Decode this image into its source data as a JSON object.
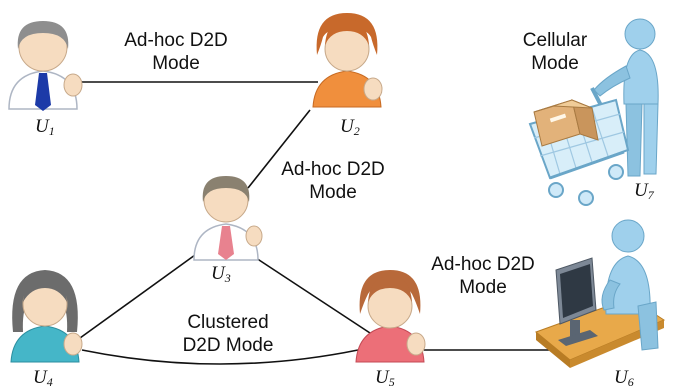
{
  "links": {
    "u1_u2": "Ad-hoc D2D Mode",
    "u2_u3": "Ad-hoc D2D Mode",
    "u3_u4_u5": "Clustered D2D Mode",
    "u5_u6": "Ad-hoc D2D Mode",
    "u7": "Cellular Mode"
  },
  "modes": {
    "top": {
      "line1": "Ad-hoc D2D",
      "line2": "Mode"
    },
    "middle": {
      "line1": "Ad-hoc D2D",
      "line2": "Mode"
    },
    "cellular": {
      "line1": "Cellular",
      "line2": "Mode"
    },
    "clustered": {
      "line1": "Clustered",
      "line2": "D2D Mode"
    },
    "right": {
      "line1": "Ad-hoc D2D",
      "line2": "Mode"
    }
  },
  "users": [
    {
      "id": "U1",
      "letter": "U",
      "index": "1"
    },
    {
      "id": "U2",
      "letter": "U",
      "index": "2"
    },
    {
      "id": "U3",
      "letter": "U",
      "index": "3"
    },
    {
      "id": "U4",
      "letter": "U",
      "index": "4"
    },
    {
      "id": "U5",
      "letter": "U",
      "index": "5"
    },
    {
      "id": "U6",
      "letter": "U",
      "index": "6"
    },
    {
      "id": "U7",
      "letter": "U",
      "index": "7"
    }
  ],
  "icons": {
    "u1": "user-man-blue-tie-icon",
    "u2": "user-woman-orange-icon",
    "u3": "user-man-pink-tie-icon",
    "u4": "user-woman-teal-icon",
    "u5": "user-woman-pink-icon",
    "u6": "person-at-computer-desk-icon",
    "u7": "person-pushing-shopping-cart-icon"
  },
  "colors": {
    "link": "#111111",
    "skin": "#f6dcc0",
    "tie_blue": "#1c3aa8",
    "orange": "#f08f3d",
    "pink": "#ec6f78",
    "teal": "#45b6c8",
    "mannequin": "#9fd0ec"
  }
}
